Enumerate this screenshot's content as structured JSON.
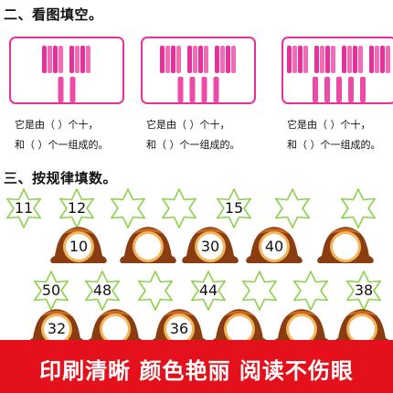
{
  "section2": {
    "title": "二、看图填空。",
    "panels": [
      {
        "bundles": 2,
        "sticks": 2,
        "line1": "它是由（ ）个十，",
        "line2": "和（ ）个一组成的。"
      },
      {
        "bundles": 3,
        "sticks": 4,
        "line1": "它是由（ ）个十，",
        "line2": "和（ ）个一组成的。"
      },
      {
        "bundles": 4,
        "sticks": 5,
        "line1": "它是由（ ）个十，",
        "line2": "和（ ）个一组成的。"
      }
    ]
  },
  "section3": {
    "title": "三、按规律填数。",
    "row1_stars": [
      "11",
      "12",
      "",
      "",
      "15",
      "",
      ""
    ],
    "row1_pots": [
      "10",
      "",
      "30",
      "40",
      ""
    ],
    "row2_stars": [
      "50",
      "48",
      "",
      "44",
      "",
      "",
      "38"
    ],
    "row2_pots": [
      "32",
      "",
      "36",
      "",
      "",
      ""
    ]
  },
  "banner": {
    "text": "印刷清晰 颜色艳丽 阅读不伤眼"
  },
  "colors": {
    "accent": "#e8309a",
    "star_stroke": "#8cd34a",
    "pot": "#8b3d12",
    "banner": "#e4111d"
  }
}
